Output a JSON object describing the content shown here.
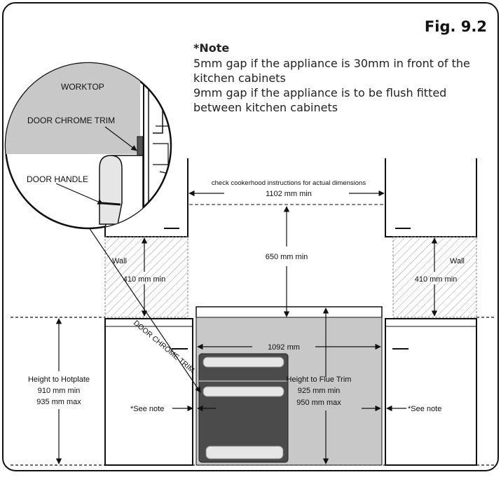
{
  "figure_label": "Fig. 9.2",
  "note": {
    "heading": "*Note",
    "line1": "5mm gap if the appliance is 30mm in front of the",
    "line2": "kitchen cabinets",
    "line3": "9mm gap if the appliance is to be flush fitted",
    "line4": "between kitchen cabinets"
  },
  "detail": {
    "worktop": "WORKTOP",
    "door_chrome_trim": "DOOR CHROME TRIM",
    "door_handle": "DOOR HANDLE"
  },
  "labels": {
    "cookerhood_note": "check cookerhood instructions for actual dimensions",
    "hood_width": "1102 mm min",
    "hood_clearance": "650 mm min",
    "wall_left": "Wall",
    "wall_right": "Wall",
    "wall_min_left": "410 mm min",
    "wall_min_right": "410 mm min",
    "appliance_width": "1092 mm",
    "door_chrome_trim_diag": "DOOR CHROME TRIM",
    "hotplate_title": "Height to Hotplate",
    "hotplate_min": "910 mm min",
    "hotplate_max": "935 mm max",
    "flue_title": "Height to Flue Trim",
    "flue_min": "925 mm min",
    "flue_max": "950 mm max",
    "see_note_left": "*See note",
    "see_note_right": "*See note"
  },
  "colors": {
    "appliance_fill": "#c8c8c8",
    "oven_door": "#4b4b4b",
    "worktop_fill": "#c8c8c8",
    "hatch": "#9a9a9a"
  }
}
